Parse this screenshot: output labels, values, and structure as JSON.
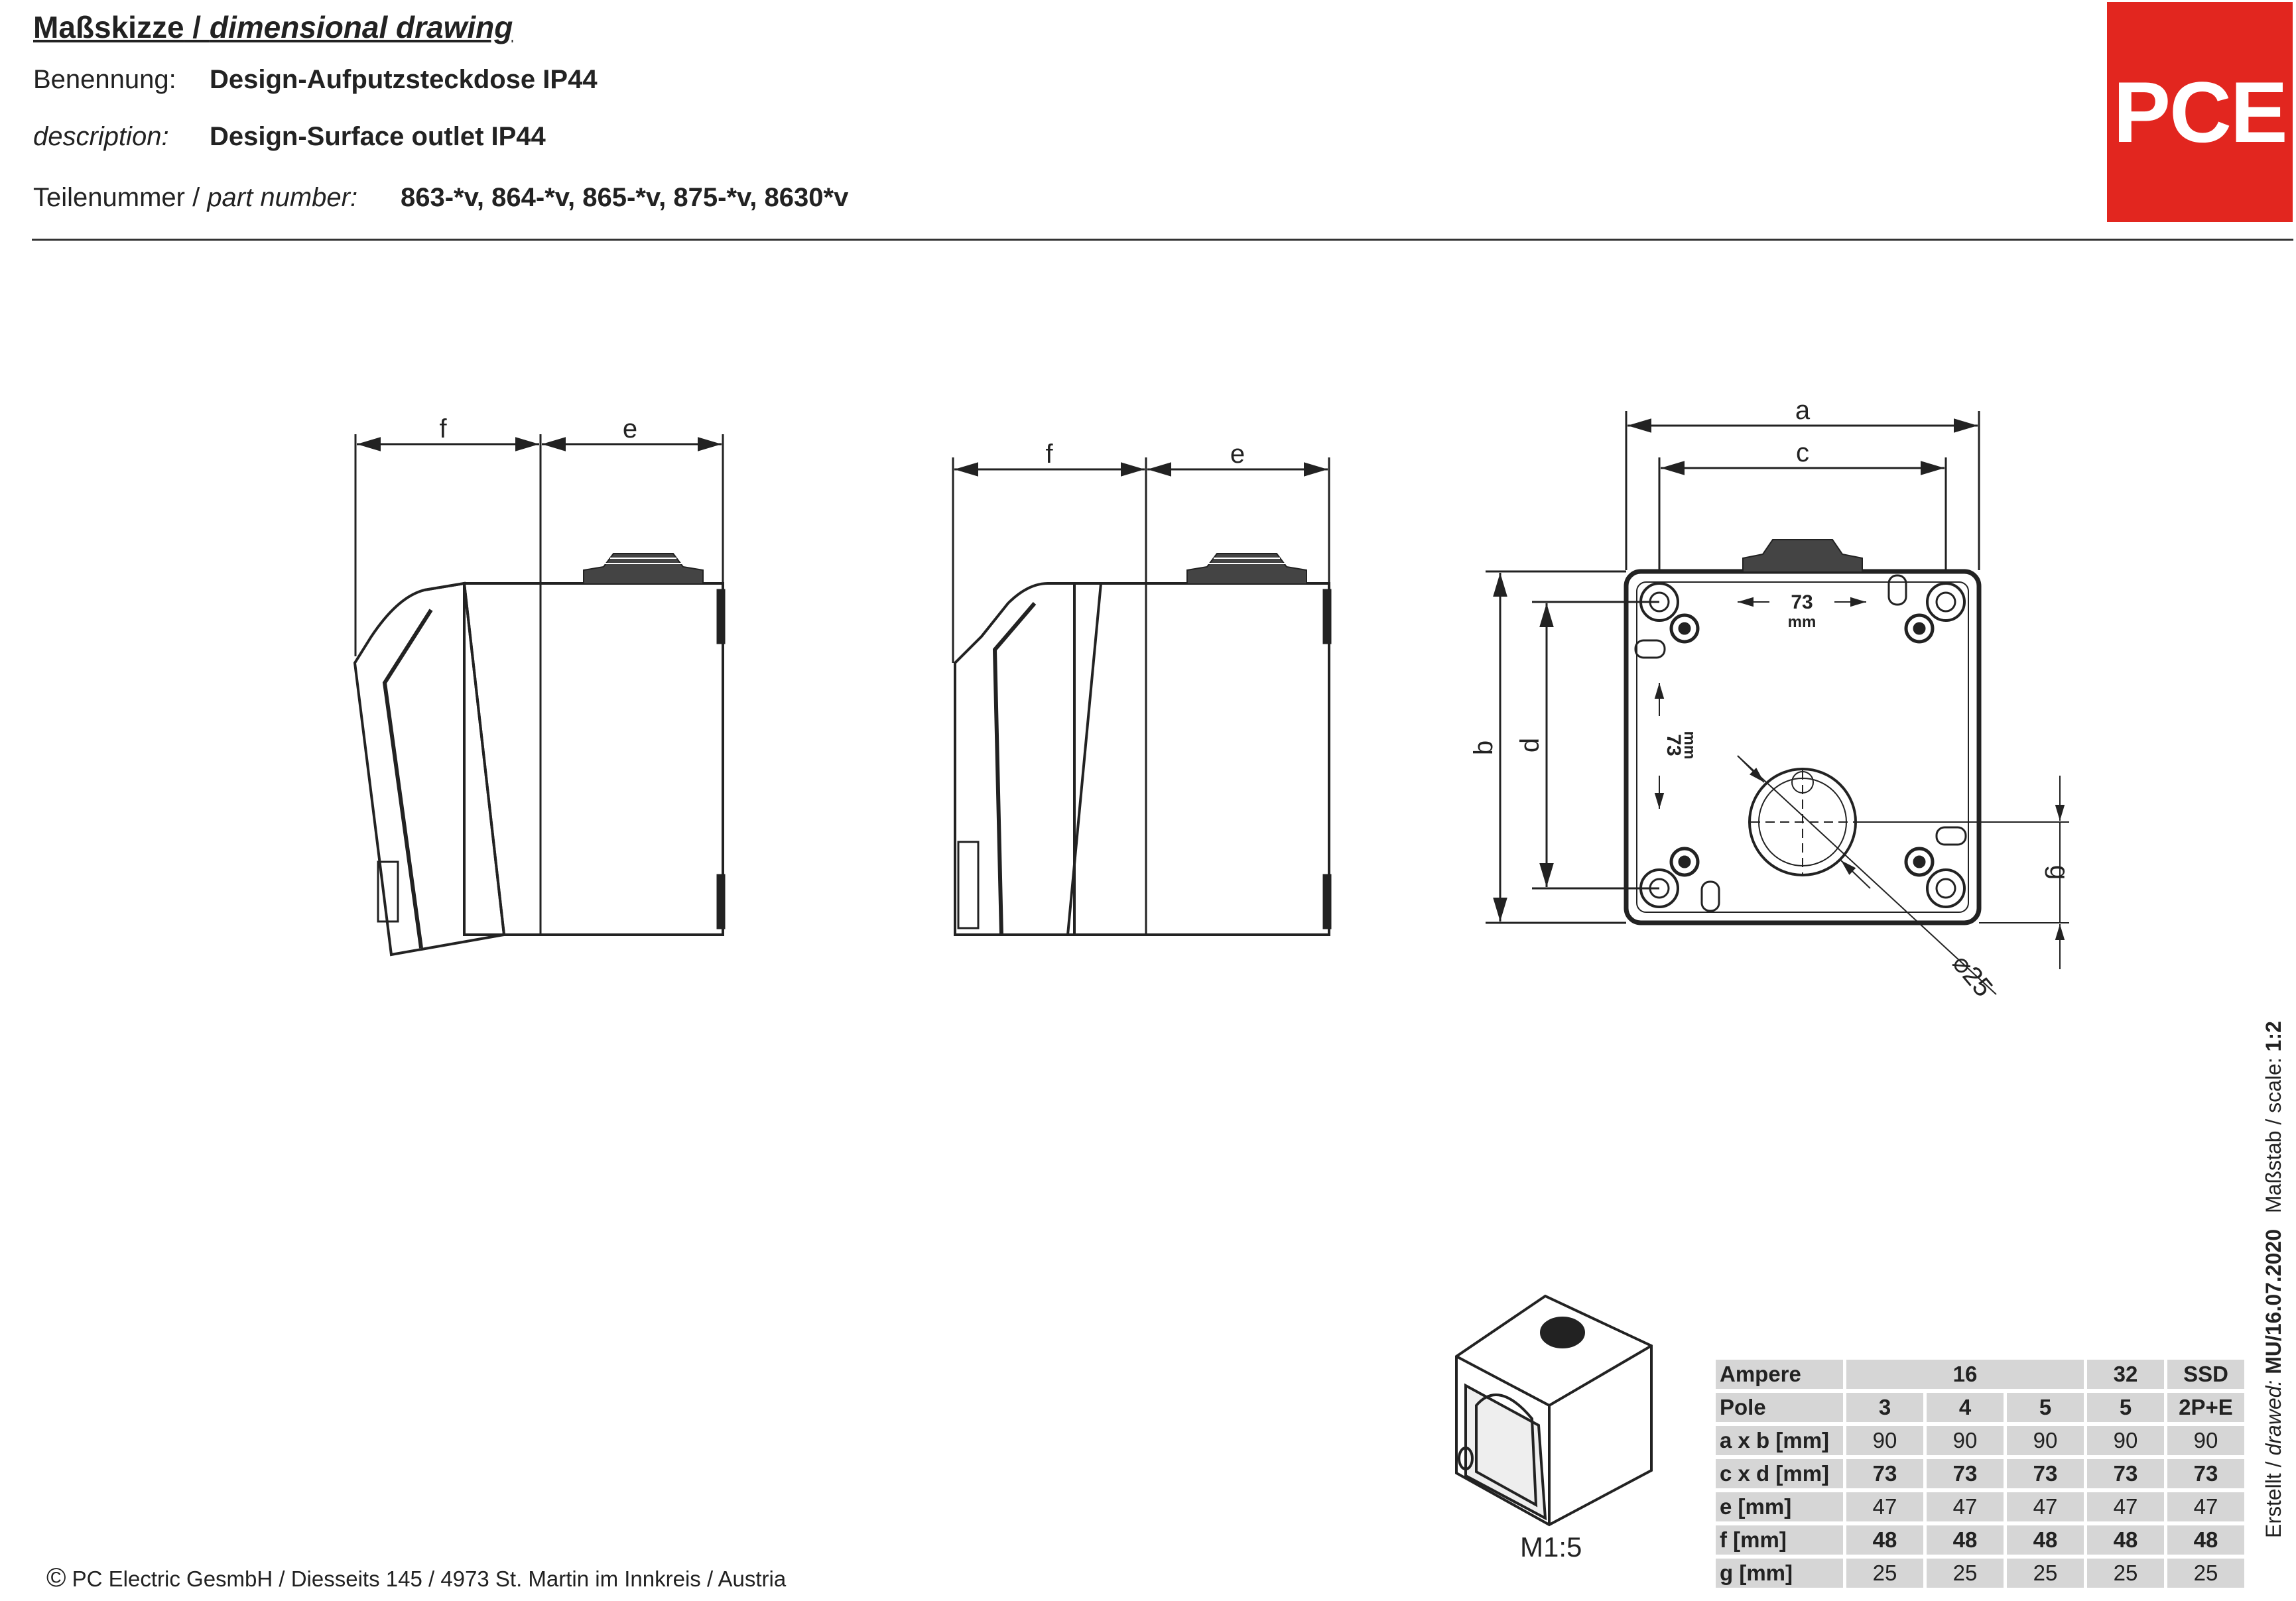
{
  "header": {
    "title_de": "Maßskizze",
    "title_sep": " / ",
    "title_en": "dimensional drawing",
    "name_label": "Benennung:",
    "name_value": "Design-Aufputzsteckdose IP44",
    "desc_label": "description:",
    "desc_value": "Design-Surface outlet IP44",
    "part_label_de": "Teilenummer / ",
    "part_label_en": "part number:",
    "part_value": "863-*v, 864-*v, 865-*v, 875-*v, 8630*v"
  },
  "logo": {
    "text": "PCE",
    "color": "#e2261f"
  },
  "drawing": {
    "dim_f": "f",
    "dim_e": "e",
    "dim_a": "a",
    "dim_b": "b",
    "dim_c": "c",
    "dim_d": "d",
    "dim_g": "g",
    "dia_label": "⌀25",
    "inner_dim": "73",
    "inner_unit": "mm"
  },
  "side": {
    "scale_label": "Maßstab / scale:",
    "scale_value": "1:2",
    "created_label_de": "Erstellt / ",
    "created_label_en": "drawed:",
    "created_value": "MU/16.07.2020"
  },
  "iso_scale": "M1:5",
  "table": {
    "rows": [
      {
        "label": "Ampere",
        "bold": true,
        "cells": [
          "16",
          "32",
          "SSD"
        ]
      },
      {
        "label": "Pole",
        "bold": true,
        "cells": [
          "3",
          "4",
          "5",
          "5",
          "2P+E"
        ]
      },
      {
        "label": "a x b [mm]",
        "bold": false,
        "cells": [
          "90",
          "90",
          "90",
          "90",
          "90"
        ]
      },
      {
        "label": "c x d [mm]",
        "bold": true,
        "cells": [
          "73",
          "73",
          "73",
          "73",
          "73"
        ]
      },
      {
        "label": "e [mm]",
        "bold": false,
        "cells": [
          "47",
          "47",
          "47",
          "47",
          "47"
        ]
      },
      {
        "label": "f [mm]",
        "bold": true,
        "cells": [
          "48",
          "48",
          "48",
          "48",
          "48"
        ]
      },
      {
        "label": "g [mm]",
        "bold": false,
        "cells": [
          "25",
          "25",
          "25",
          "25",
          "25"
        ]
      }
    ]
  },
  "footer": {
    "copyright_symbol": "©",
    "text": "PC Electric GesmbH / Diesseits 145 / 4973 St. Martin im Innkreis / Austria"
  }
}
